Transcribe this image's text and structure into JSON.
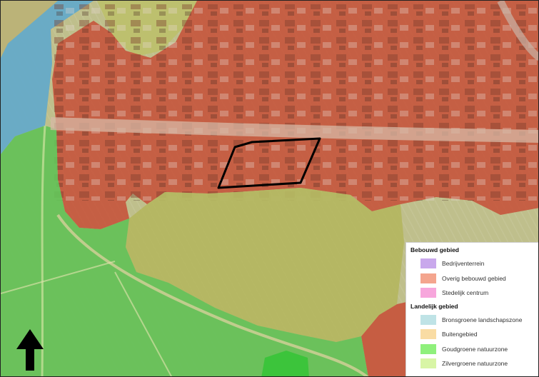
{
  "map": {
    "colors": {
      "overig_bebouwd_overlay": "#c9482b",
      "buitengebied_overlay": "#b9ae55",
      "goudgroen_overlay": "#55d04a",
      "bronsgroen_overlay": "#48a3d8",
      "parcel_outline": "#000000"
    }
  },
  "legend": {
    "groups": [
      {
        "title": "Bebouwd gebied",
        "items": [
          {
            "label": "Bedrijventerrein",
            "color": "#c9a8ec"
          },
          {
            "label": "Overig bebouwd gebied",
            "color": "#f4a58e"
          },
          {
            "label": "Stedelijk centrum",
            "color": "#f7a6dc"
          }
        ]
      },
      {
        "title": "Landelijk gebied",
        "items": [
          {
            "label": "Bronsgroene landschapszone",
            "color": "#bfe3e6"
          },
          {
            "label": "Buitengebied",
            "color": "#f9dca4"
          },
          {
            "label": "Goudgroene natuurzone",
            "color": "#8ff07c"
          },
          {
            "label": "Zilvergroene natuurzone",
            "color": "#d8f5a6"
          }
        ]
      }
    ]
  },
  "north_arrow": {
    "icon": "north-arrow-icon"
  }
}
